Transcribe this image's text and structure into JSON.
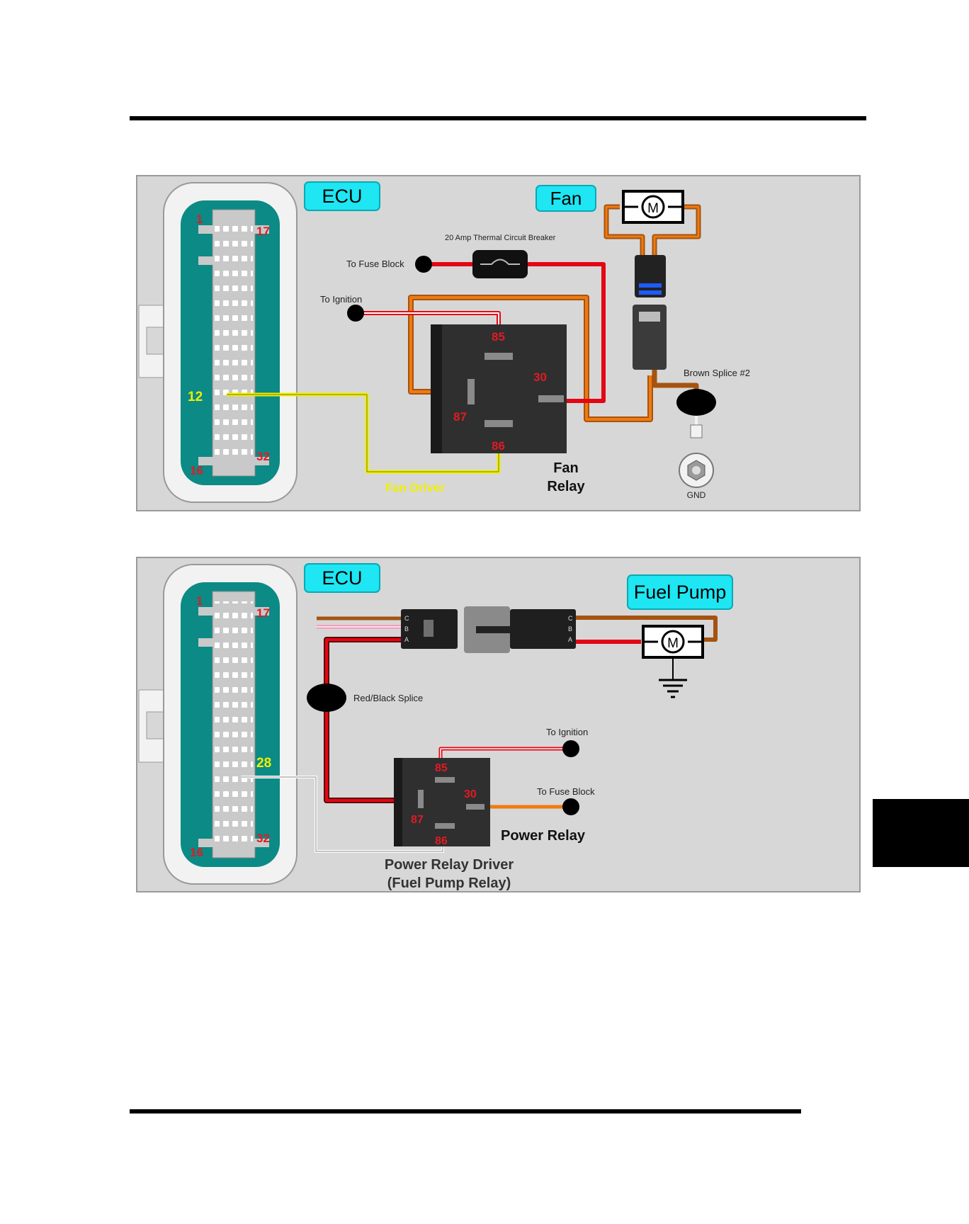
{
  "colors": {
    "panel": "#d7d7d7",
    "ecu_teal": "#0b8a86",
    "ecu_pins": "#c9c9c9",
    "badge": "#1ee6f3",
    "red": "#e30613",
    "orange": "#f07a10",
    "brown": "#a55310",
    "yellow": "#f0f000",
    "pink": "#f58cb3",
    "white": "#ffffff",
    "relay": "#2f2f2f",
    "pin_red": "#e01b24",
    "pin_yellow": "#f0f000"
  },
  "fan_diagram": {
    "ecu_badge": "ECU",
    "fan_badge": "Fan",
    "motor_label": "M",
    "pin_1": "1",
    "pin_17": "17",
    "pin_12": "12",
    "pin_16": "16",
    "pin_32": "32",
    "breaker_label": "20 Amp Thermal Circuit Breaker",
    "to_fuse_block": "To Fuse Block",
    "to_ignition": "To Ignition",
    "relay_pin_85": "85",
    "relay_pin_30": "30",
    "relay_pin_87": "87",
    "relay_pin_86": "86",
    "brown_splice": "Brown Splice #2",
    "gnd": "GND",
    "fan_driver": "Fan Driver",
    "relay_title_1": "Fan",
    "relay_title_2": "Relay"
  },
  "pump_diagram": {
    "ecu_badge": "ECU",
    "pump_badge": "Fuel Pump",
    "motor_label": "M",
    "pin_1": "1",
    "pin_17": "17",
    "pin_28": "28",
    "pin_16": "16",
    "pin_32": "32",
    "conn_c": "C",
    "conn_b": "B",
    "conn_a": "A",
    "red_black_splice": "Red/Black Splice",
    "to_ignition": "To Ignition",
    "to_fuse_block": "To Fuse Block",
    "relay_pin_85": "85",
    "relay_pin_30": "30",
    "relay_pin_87": "87",
    "relay_pin_86": "86",
    "power_relay": "Power Relay",
    "driver_line1": "Power Relay Driver",
    "driver_line2": "(Fuel Pump Relay)"
  }
}
